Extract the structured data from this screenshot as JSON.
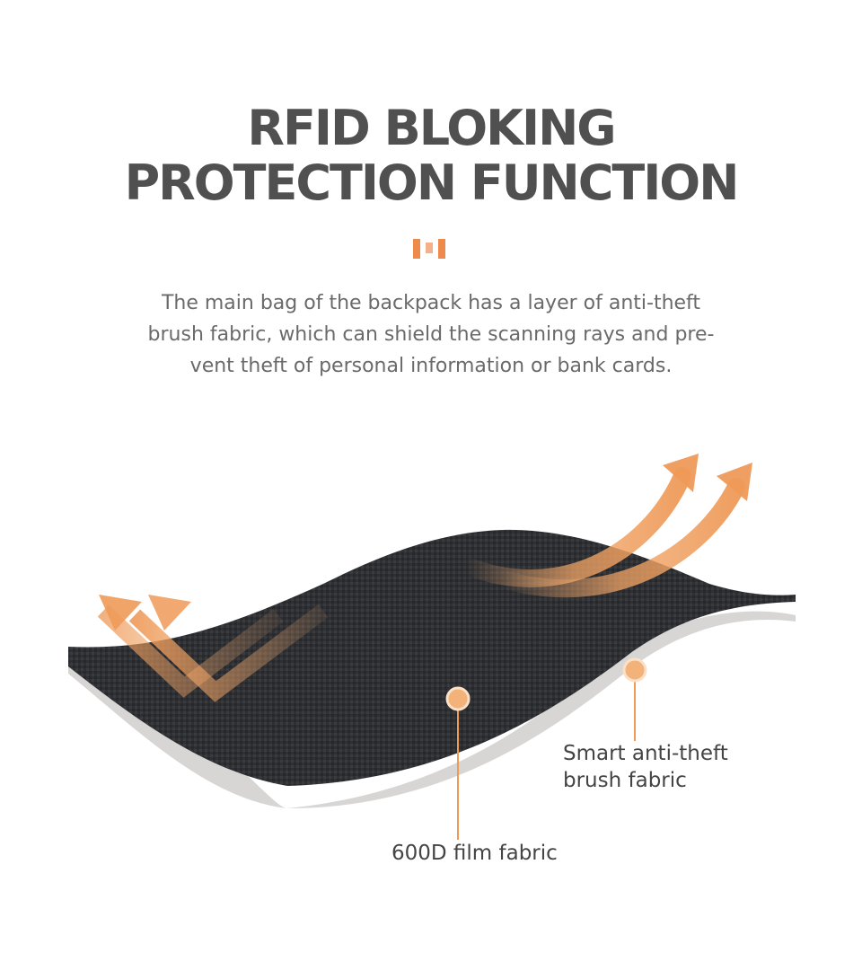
{
  "heading": {
    "line1": "RFID BLOKING",
    "line2": "PROTECTION FUNCTION"
  },
  "description": {
    "line1": "The main bag of the backpack has a layer of anti-theft",
    "line2": "brush fabric, which can shield the scanning rays and pre-",
    "line3": "vent theft of personal information or bank cards."
  },
  "callouts": {
    "smart_line1": "Smart anti-theft",
    "smart_line2": "brush fabric",
    "film": "600D film fabric"
  },
  "colors": {
    "accent": "#ee8a4c",
    "heading": "#505050",
    "fabric_dark": "#2f3033",
    "fabric_light": "#d8d6d4"
  }
}
